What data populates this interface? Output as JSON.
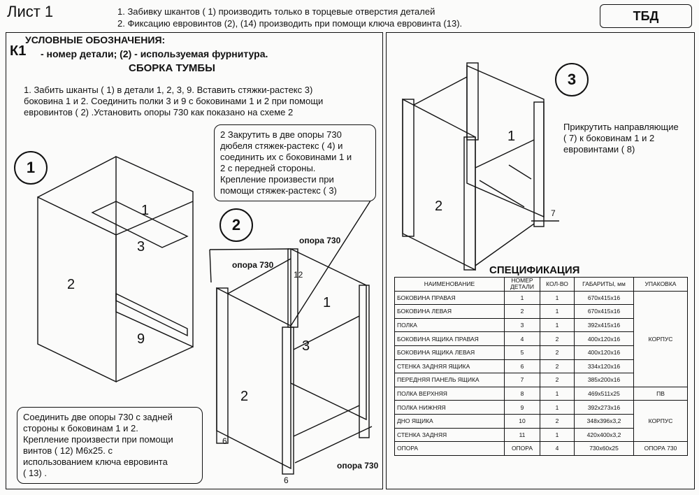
{
  "header": {
    "sheet_title": "Лист 1",
    "notes": [
      "1. Забивку шкантов  ( 1)   производить только в торцевые отверстия деталей",
      "2. Фиксацию евровинтов (2), (14) производить при помощи ключа евровинта (13)."
    ],
    "code": "ТБД"
  },
  "legend": {
    "title": "УСЛОВНЫЕ ОБОЗНАЧЕНИЯ:",
    "k1": "К1",
    "k1_desc": "- номер детали;  (2) - используемая фурнитура."
  },
  "assembly_title": "СБОРКА ТУМБЫ",
  "step1": {
    "number": "1",
    "text": "1. Забить шканты  ( 1)   в детали 1, 2, 3, 9. Вставить стяжки-растекс  3)\nбоковина 1 и 2. Соединить полки 3 и 9 с боковинами 1 и 2 при помощи\nевровинтов  ( 2)   .Установить опоры 730 как показано на схеме 2"
  },
  "step2": {
    "number": "2",
    "box_text": "2 Закрутить в две опоры 730\nдюбеля стяжек-растекс  ( 4)   и\nсоединить их с боковинами 1 и\n2 с передней стороны.\nКрепление произвести при\nпомощи стяжек-растекс  ( 3)",
    "bottom_box_text": "Соединить две опоры 730 с задней\nстороны к боковинам 1 и 2.\nКрепление произвести при помощи\nвинтов   ( 12)      М6х25. с\nиспользованием ключа евровинта\n( 13)   .",
    "labels": [
      "опора 730",
      "опора 730",
      "опора 730",
      "12",
      "6",
      "6"
    ]
  },
  "step3": {
    "number": "3",
    "text": "Прикрутить направляющие\n( 7)    к боковинам 1 и 2\nевровинтами  ( 8)",
    "label7": "7"
  },
  "parts": {
    "p1": "1",
    "p2": "2",
    "p3": "3",
    "p9": "9"
  },
  "spec": {
    "title": "СПЕЦИФИКАЦИЯ",
    "headers": [
      "НАИМЕНОВАНИЕ",
      "НОМЕР ДЕТАЛИ",
      "КОЛ-ВО",
      "ГАБАРИТЫ, мм",
      "УПАКОВКА"
    ],
    "rows": [
      [
        "БОКОВИНА ПРАВАЯ",
        "1",
        "1",
        "670х415х16"
      ],
      [
        "БОКОВИНА ЛЕВАЯ",
        "2",
        "1",
        "670х415х16"
      ],
      [
        "ПОЛКА",
        "3",
        "1",
        "392х415х16"
      ],
      [
        "БОКОВИНА ЯЩИКА ПРАВАЯ",
        "4",
        "2",
        "400х120х16"
      ],
      [
        "БОКОВИНА ЯЩИКА ЛЕВАЯ",
        "5",
        "2",
        "400х120х16"
      ],
      [
        "СТЕНКА ЗАДНЯЯ ЯЩИКА",
        "6",
        "2",
        "334х120х16"
      ],
      [
        "ПЕРЕДНЯЯ ПАНЕЛЬ ЯЩИКА",
        "7",
        "2",
        "385х200х16"
      ],
      [
        "ПОЛКА ВЕРХНЯЯ",
        "8",
        "1",
        "469х511х25"
      ],
      [
        "ПОЛКА НИЖНЯЯ",
        "9",
        "1",
        "392х273х16"
      ],
      [
        "ДНО ЯЩИКА",
        "10",
        "2",
        "348х396х3,2"
      ],
      [
        "СТЕНКА ЗАДНЯЯ",
        "11",
        "1",
        "420х400х3,2"
      ],
      [
        "ОПОРА",
        "ОПОРА",
        "4",
        "730х60х25"
      ]
    ],
    "packaging": [
      "КОРПУС",
      "ПВ",
      "КОРПУС",
      "ОПОРА 730"
    ]
  }
}
